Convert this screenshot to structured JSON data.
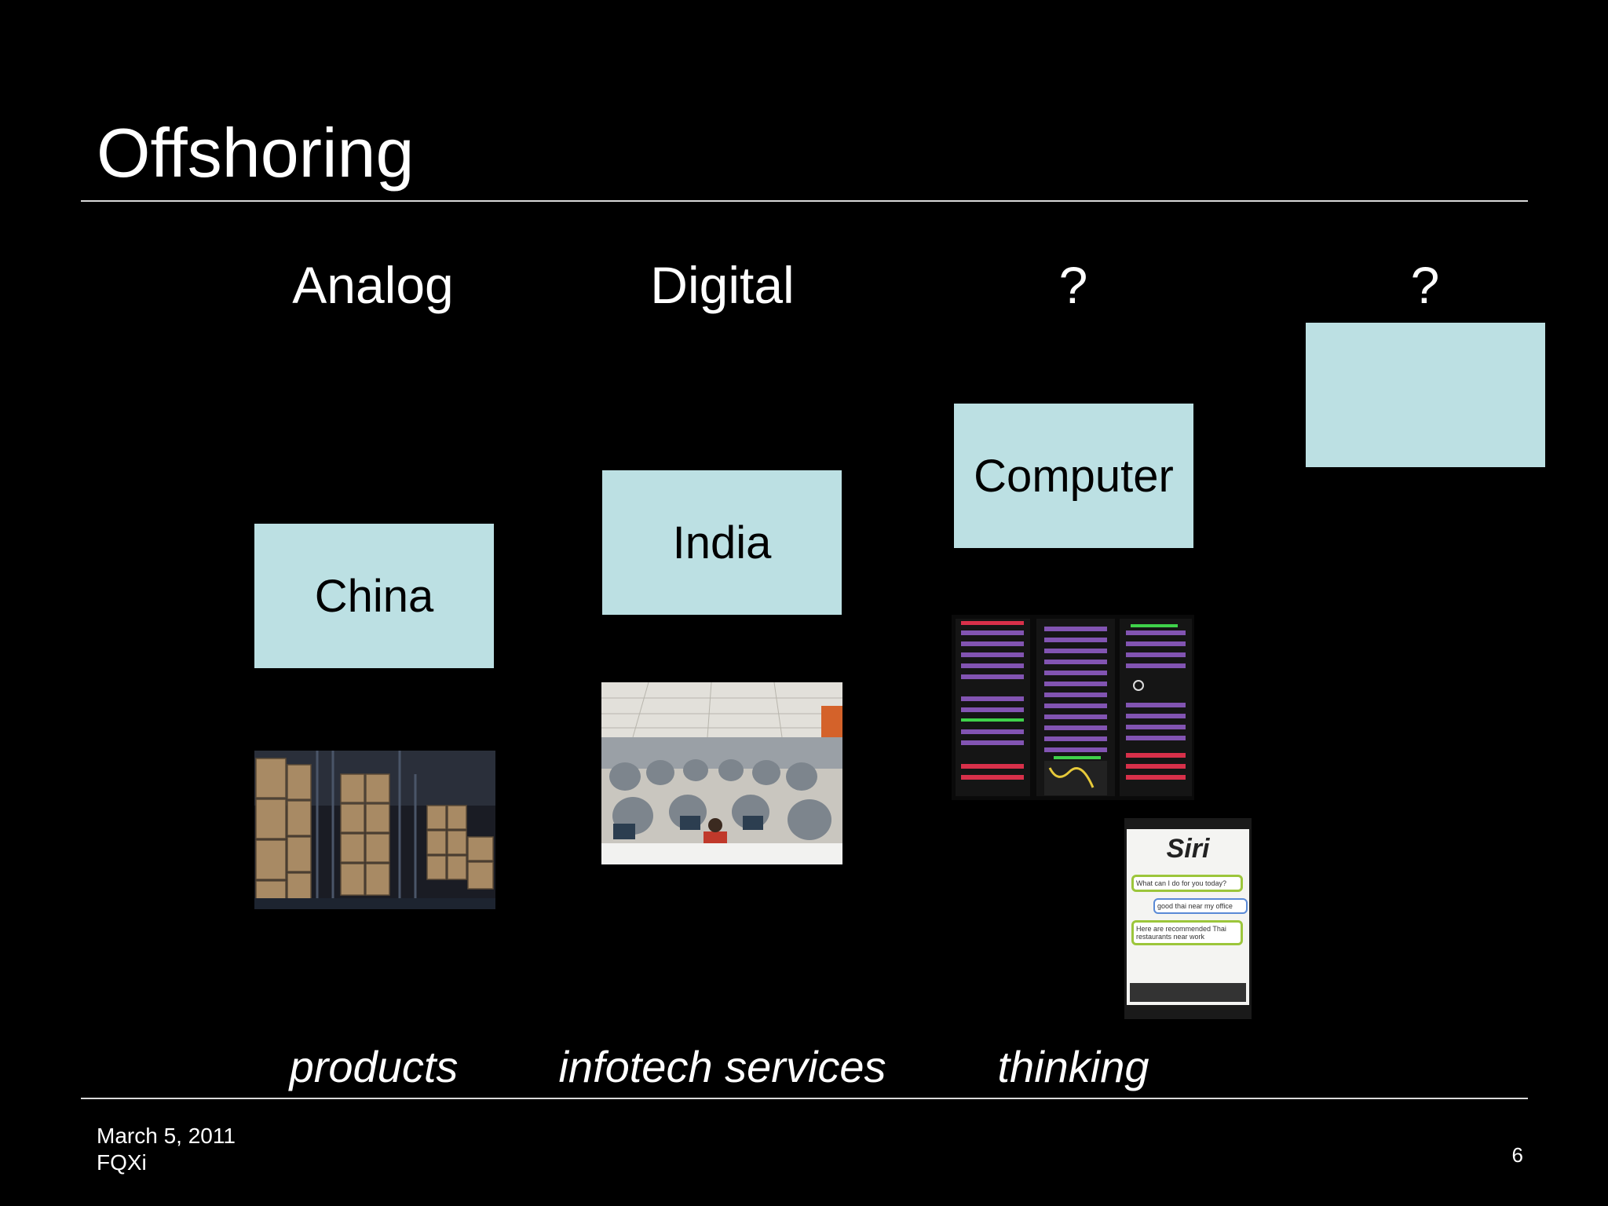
{
  "slide": {
    "title": "Offshoring",
    "columns": [
      {
        "header": "Analog",
        "box": "China",
        "caption": "products",
        "image": "warehouse-boxes-photo"
      },
      {
        "header": "Digital",
        "box": "India",
        "caption": "infotech services",
        "image": "call-center-photo"
      },
      {
        "header": "?",
        "box": "Computer",
        "caption": "thinking",
        "image": "server-racks-photo"
      },
      {
        "header": "?",
        "box": "",
        "caption": "",
        "image": ""
      }
    ],
    "siri": {
      "logo": "Siri",
      "bubbles": [
        "What can I do for you today?",
        "good thai near my office",
        "Here are recommended Thai restaurants near work"
      ]
    },
    "footer": {
      "date": "March 5, 2011",
      "org": "FQXi",
      "page": "6"
    }
  },
  "colors": {
    "background": "#000000",
    "box": "#bce0e3",
    "text": "#ffffff"
  }
}
